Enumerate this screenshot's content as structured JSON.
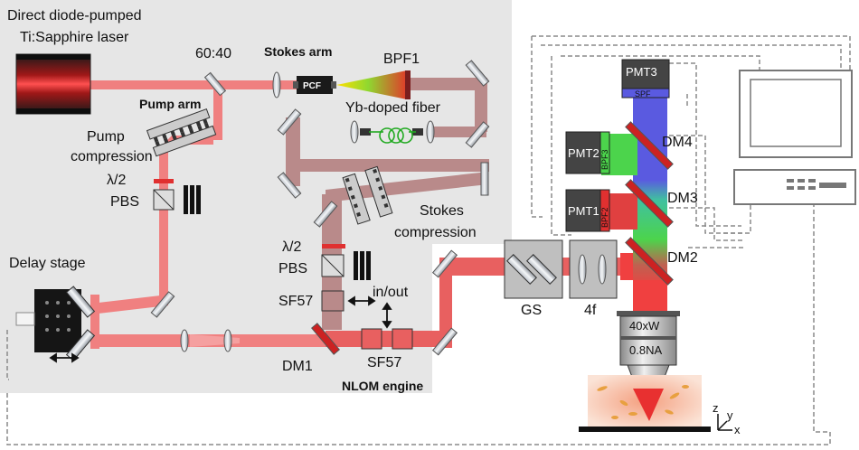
{
  "labels": {
    "laser_line1": "Direct diode-pumped",
    "laser_line2": "Ti:Sapphire laser",
    "splitter": "60:40",
    "stokes_arm": "Stokes arm",
    "pcf": "PCF",
    "bpf1": "BPF1",
    "yb_fiber": "Yb-doped fiber",
    "pump_arm": "Pump arm",
    "pump_compression_1": "Pump",
    "pump_compression_2": "compression",
    "halfwave_left": "λ/2",
    "pbs_left": "PBS",
    "stokes_compression_1": "Stokes",
    "stokes_compression_2": "compression",
    "halfwave_mid": "λ/2",
    "pbs_mid": "PBS",
    "sf57_upper": "SF57",
    "in_out": "in/out",
    "delay_stage": "Delay stage",
    "dm1": "DM1",
    "sf57_lower": "SF57",
    "nlom_engine": "NLOM engine",
    "gs": "GS",
    "four_f": "4f",
    "pmt3": "PMT3",
    "spf": "SPF",
    "pmt2": "PMT2",
    "bpf3": "BPF3",
    "pmt1": "PMT1",
    "bpf2": "BPF2",
    "dm4": "DM4",
    "dm3": "DM3",
    "dm2": "DM2",
    "objective_mag": "40xW",
    "objective_na": "0.8NA",
    "axis_z": "z",
    "axis_y": "y",
    "axis_x": "x"
  },
  "colors": {
    "engine_bg": "#e6e6e6",
    "beam_red": "#f08080",
    "beam_dark": "#b98a8a",
    "blue": "#5a5ae0",
    "green": "#4cd44c",
    "red_filter": "#e03030",
    "sample_glow": "#f7c6a8"
  }
}
